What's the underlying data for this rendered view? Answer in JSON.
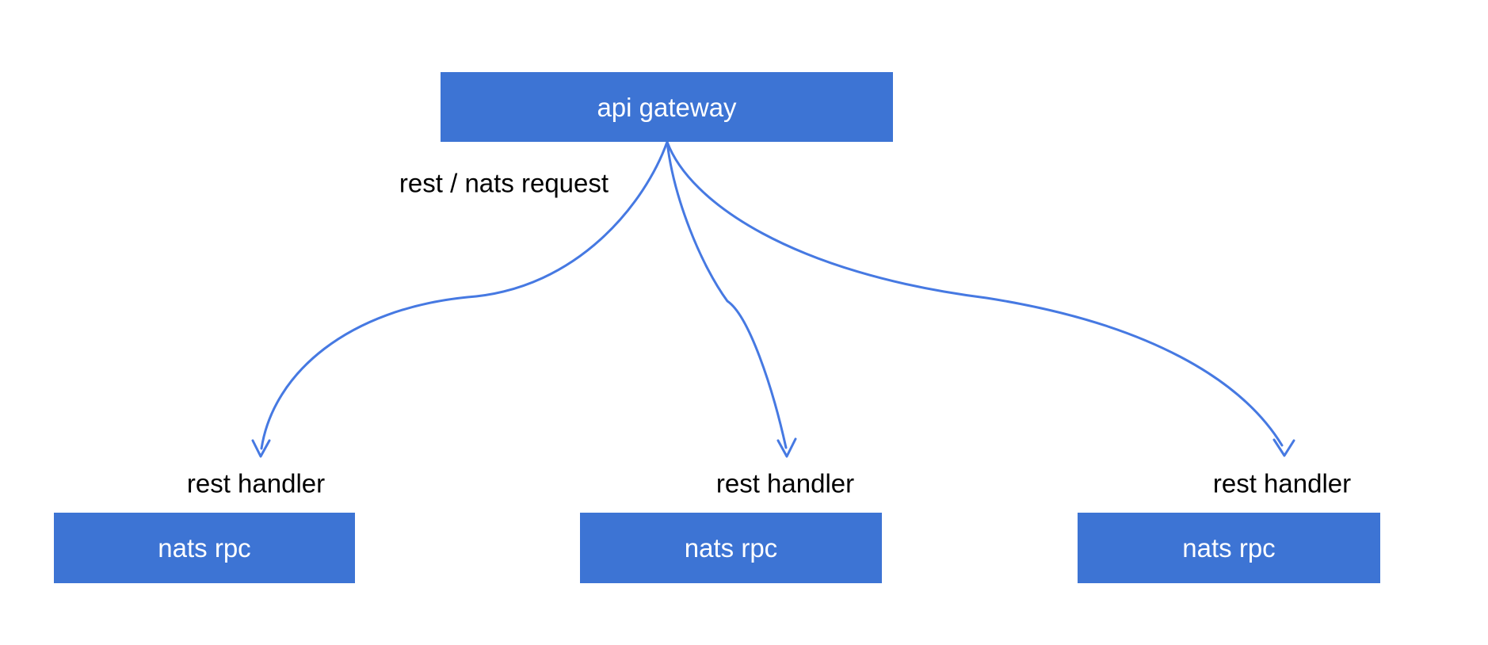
{
  "diagram": {
    "gateway_node": {
      "label": "api gateway"
    },
    "edge_label": "rest / nats request",
    "handlers": [
      {
        "handler_label": "rest handler",
        "box_label": "nats rpc"
      },
      {
        "handler_label": "rest handler",
        "box_label": "nats rpc"
      },
      {
        "handler_label": "rest handler",
        "box_label": "nats rpc"
      }
    ],
    "colors": {
      "node_fill": "#3d74d4",
      "edge_stroke": "#4679e2",
      "node_text": "#ffffff",
      "label_text": "#000000",
      "background": "#ffffff"
    }
  }
}
